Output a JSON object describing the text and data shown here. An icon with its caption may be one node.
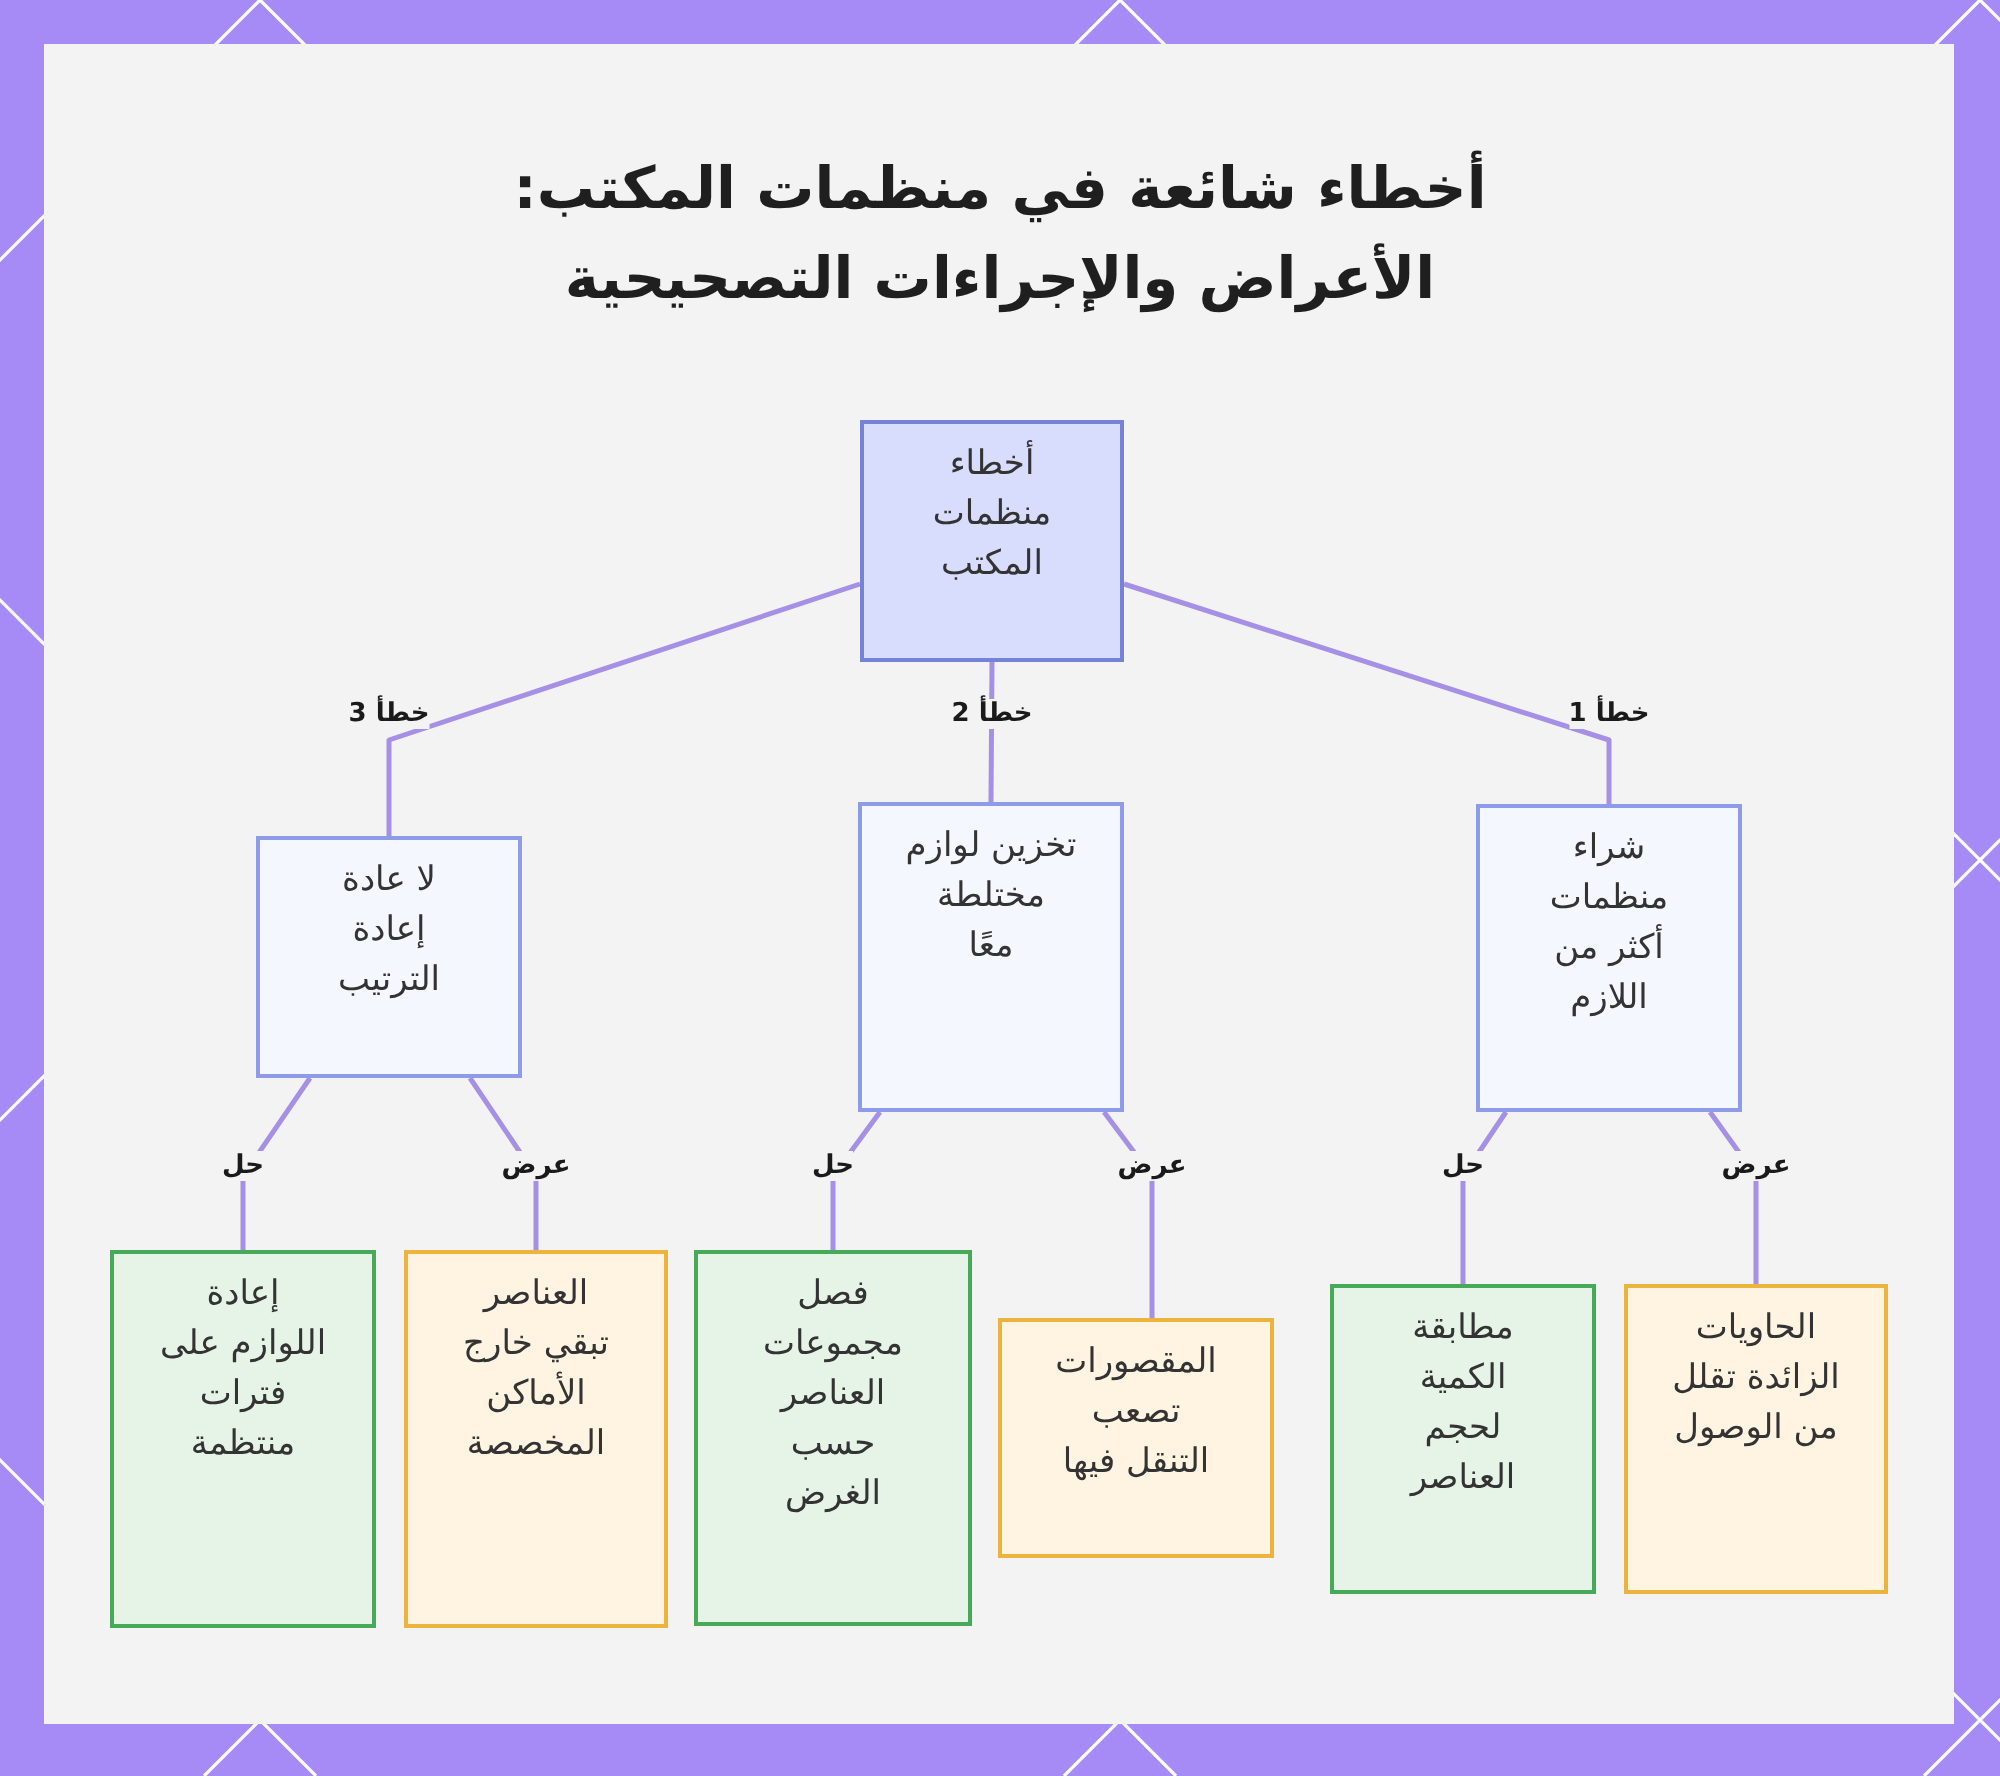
{
  "diagram": {
    "title": "أخطاء شائعة في منظمات المكتب: الأعراض والإجراءات التصحيحية",
    "nodes": [
      {
        "text": [
          "أخطاء منظمات المكتب"
        ]
      },
      {
        "text": [
          "شراء منظمات أكثر من اللازم"
        ]
      },
      {
        "text": [
          "تخزين لوازم مختلطة معًا"
        ]
      },
      {
        "text": [
          "لا عادة إعادة الترتيب"
        ]
      },
      {
        "text": [
          "الحاويات الزائدة تقلل من الوصول"
        ]
      },
      {
        "text": [
          "مطابقة الكمية لحجم العناصر"
        ]
      },
      {
        "text": [
          "المقصورات تصعب التنقل فيها"
        ]
      },
      {
        "text": [
          "فصل مجموعات العناصر حسب الغرض"
        ]
      },
      {
        "text": [
          "العناصر تبقي خارج الأماكن المخصصة"
        ]
      },
      {
        "text": [
          "إعادة اللوازم على فترات منتظمة"
        ]
      }
    ],
    "edges": [
      {
        "from": 0,
        "to": 1,
        "arrow": "none",
        "label": "خطأ 1"
      },
      {
        "from": 0,
        "to": 2,
        "arrow": "none",
        "label": "خطأ 2"
      },
      {
        "from": 0,
        "to": 3,
        "arrow": "none",
        "label": "خطأ 3"
      },
      {
        "from": 1,
        "to": 4,
        "arrow": "none",
        "label": "عرض"
      },
      {
        "from": 1,
        "to": 5,
        "arrow": "none",
        "label": "حل"
      },
      {
        "from": 2,
        "to": 6,
        "arrow": "none",
        "label": "عرض"
      },
      {
        "from": 2,
        "to": 7,
        "arrow": "none",
        "label": "حل"
      },
      {
        "from": 3,
        "to": 8,
        "arrow": "none",
        "label": "عرض"
      },
      {
        "from": 3,
        "to": 9,
        "arrow": "none",
        "label": "حل"
      }
    ]
  }
}
